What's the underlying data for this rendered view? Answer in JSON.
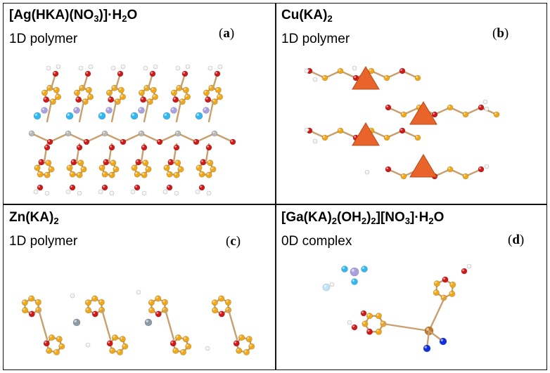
{
  "panels": [
    {
      "title_parts": [
        "[Ag(HKA)(NO",
        "3",
        ")]·H",
        "2",
        "O"
      ],
      "subtitle": "1D polymer",
      "label": "a"
    },
    {
      "title_parts": [
        "Cu(KA)",
        "2"
      ],
      "subtitle": "1D polymer",
      "label": "b"
    },
    {
      "title_parts": [
        "Zn(KA)",
        "2"
      ],
      "subtitle": "1D polymer",
      "label": "c"
    },
    {
      "title_parts": [
        "[Ga(KA)",
        "2",
        "(OH",
        "2",
        ")",
        "2",
        "][NO",
        "3",
        "]·H",
        "2",
        "O"
      ],
      "subtitle": "0D complex",
      "label": "d"
    }
  ],
  "colors": {
    "carbon": "#f0a818",
    "oxygen": "#d01818",
    "hydrogen": "#f4f4f4",
    "nitrogen_lilac": "#a8a0e0",
    "cyan": "#30b8f0",
    "copper_poly": "#e8642a",
    "metal_grey": "#8c9aa8",
    "blue_n": "#1030e0",
    "bond": "#c8a070"
  }
}
